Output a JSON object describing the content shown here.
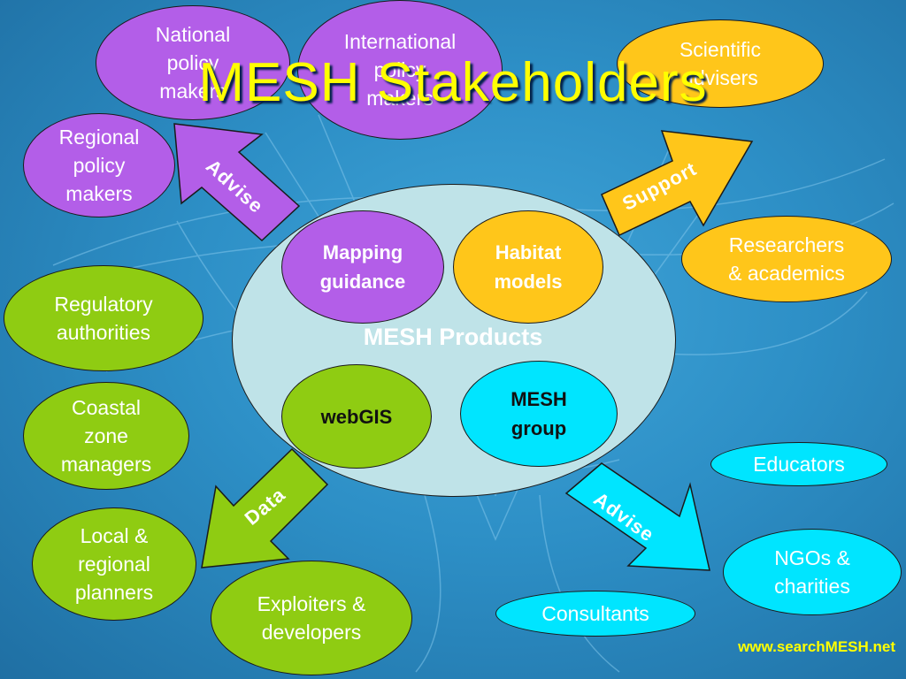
{
  "title": "MESH Stakeholders",
  "center": {
    "label": "MESH Products",
    "items": [
      "Mapping guidance",
      "Habitat models",
      "webGIS",
      "MESH group"
    ]
  },
  "stakeholders": {
    "national": [
      "National",
      "policy",
      "makers"
    ],
    "international": [
      "International",
      "policy",
      "makers"
    ],
    "scientific": [
      "Scientific",
      "advisers"
    ],
    "regional": [
      "Regional",
      "policy",
      "makers"
    ],
    "researchers": [
      "Researchers",
      "& academics"
    ],
    "regulatory": [
      "Regulatory",
      "authorities"
    ],
    "coastal": [
      "Coastal",
      "zone",
      "managers"
    ],
    "local": [
      "Local &",
      "regional",
      "planners"
    ],
    "exploiters": [
      "Exploiters &",
      "developers"
    ],
    "educators": [
      "Educators"
    ],
    "ngos": [
      "NGOs &",
      "charities"
    ],
    "consultants": [
      "Consultants"
    ]
  },
  "arrows": {
    "advise_top": "Advise",
    "support": "Support",
    "data": "Data",
    "advise_bottom": "Advise"
  },
  "url": "www.searchMESH.net",
  "colors": {
    "purple": "#b35ee8",
    "yellow": "#ffc61a",
    "green": "#8fcc12",
    "cyan": "#00e5ff",
    "title": "#ffff00"
  }
}
